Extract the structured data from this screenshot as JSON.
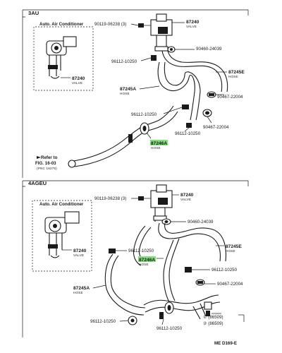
{
  "sections": [
    {
      "name": "3AU",
      "inset_label": "Auto. Air Conditioner",
      "inset_valve_part": "87240",
      "inset_valve_sub": "VALVE",
      "parts": {
        "bolt": "90119-06238 (3)",
        "valve": "87240",
        "valve_sub": "VALVE",
        "clamp_a": "90460-24039",
        "pipe_clip_top": "96112-10250",
        "hose_e": "87245E",
        "hose_e_sub": "HOSE",
        "hose_a": "87245A",
        "hose_a_sub": "HOSE",
        "clamp_b": "90467-22004",
        "clip_mid": "96112-10250",
        "clamp_c": "90467-22004",
        "clip_low": "96112-10250",
        "hose_highlight": "87246A",
        "hose_highlight_sub": "HOSE",
        "refer_to": "Refer to",
        "fig": "FIG. 16-03",
        "pnc": "(PNC 16276)"
      }
    },
    {
      "name": "4AGEU",
      "inset_label": "Auto. Air Conditioner",
      "inset_valve_part": "87240",
      "inset_valve_sub": "VALVE",
      "parts": {
        "bolt": "90119-06238 (3)",
        "valve": "87240",
        "valve_sub": "VALVE",
        "clamp_a": "90460-24039",
        "clip_left": "96112-10250",
        "hose_highlight": "87246A",
        "hose_highlight_sub": "HOSE",
        "hose_e": "87245E",
        "hose_e_sub": "HOSE",
        "clip_right": "96112-10250",
        "hose_a": "87245A",
        "hose_a_sub": "HOSE",
        "clamp_b": "90467-22004",
        "clip_bottom_left": "96112-10250",
        "clip_bottom_mid": "96112-10250",
        "ref_1": "① (86509)",
        "ref_2": "② (86509)"
      }
    }
  ],
  "page_code": "ME D169-E",
  "colors": {
    "highlight": "#7fe07a",
    "ink": "#1a1a1a",
    "background": "#ffffff"
  }
}
